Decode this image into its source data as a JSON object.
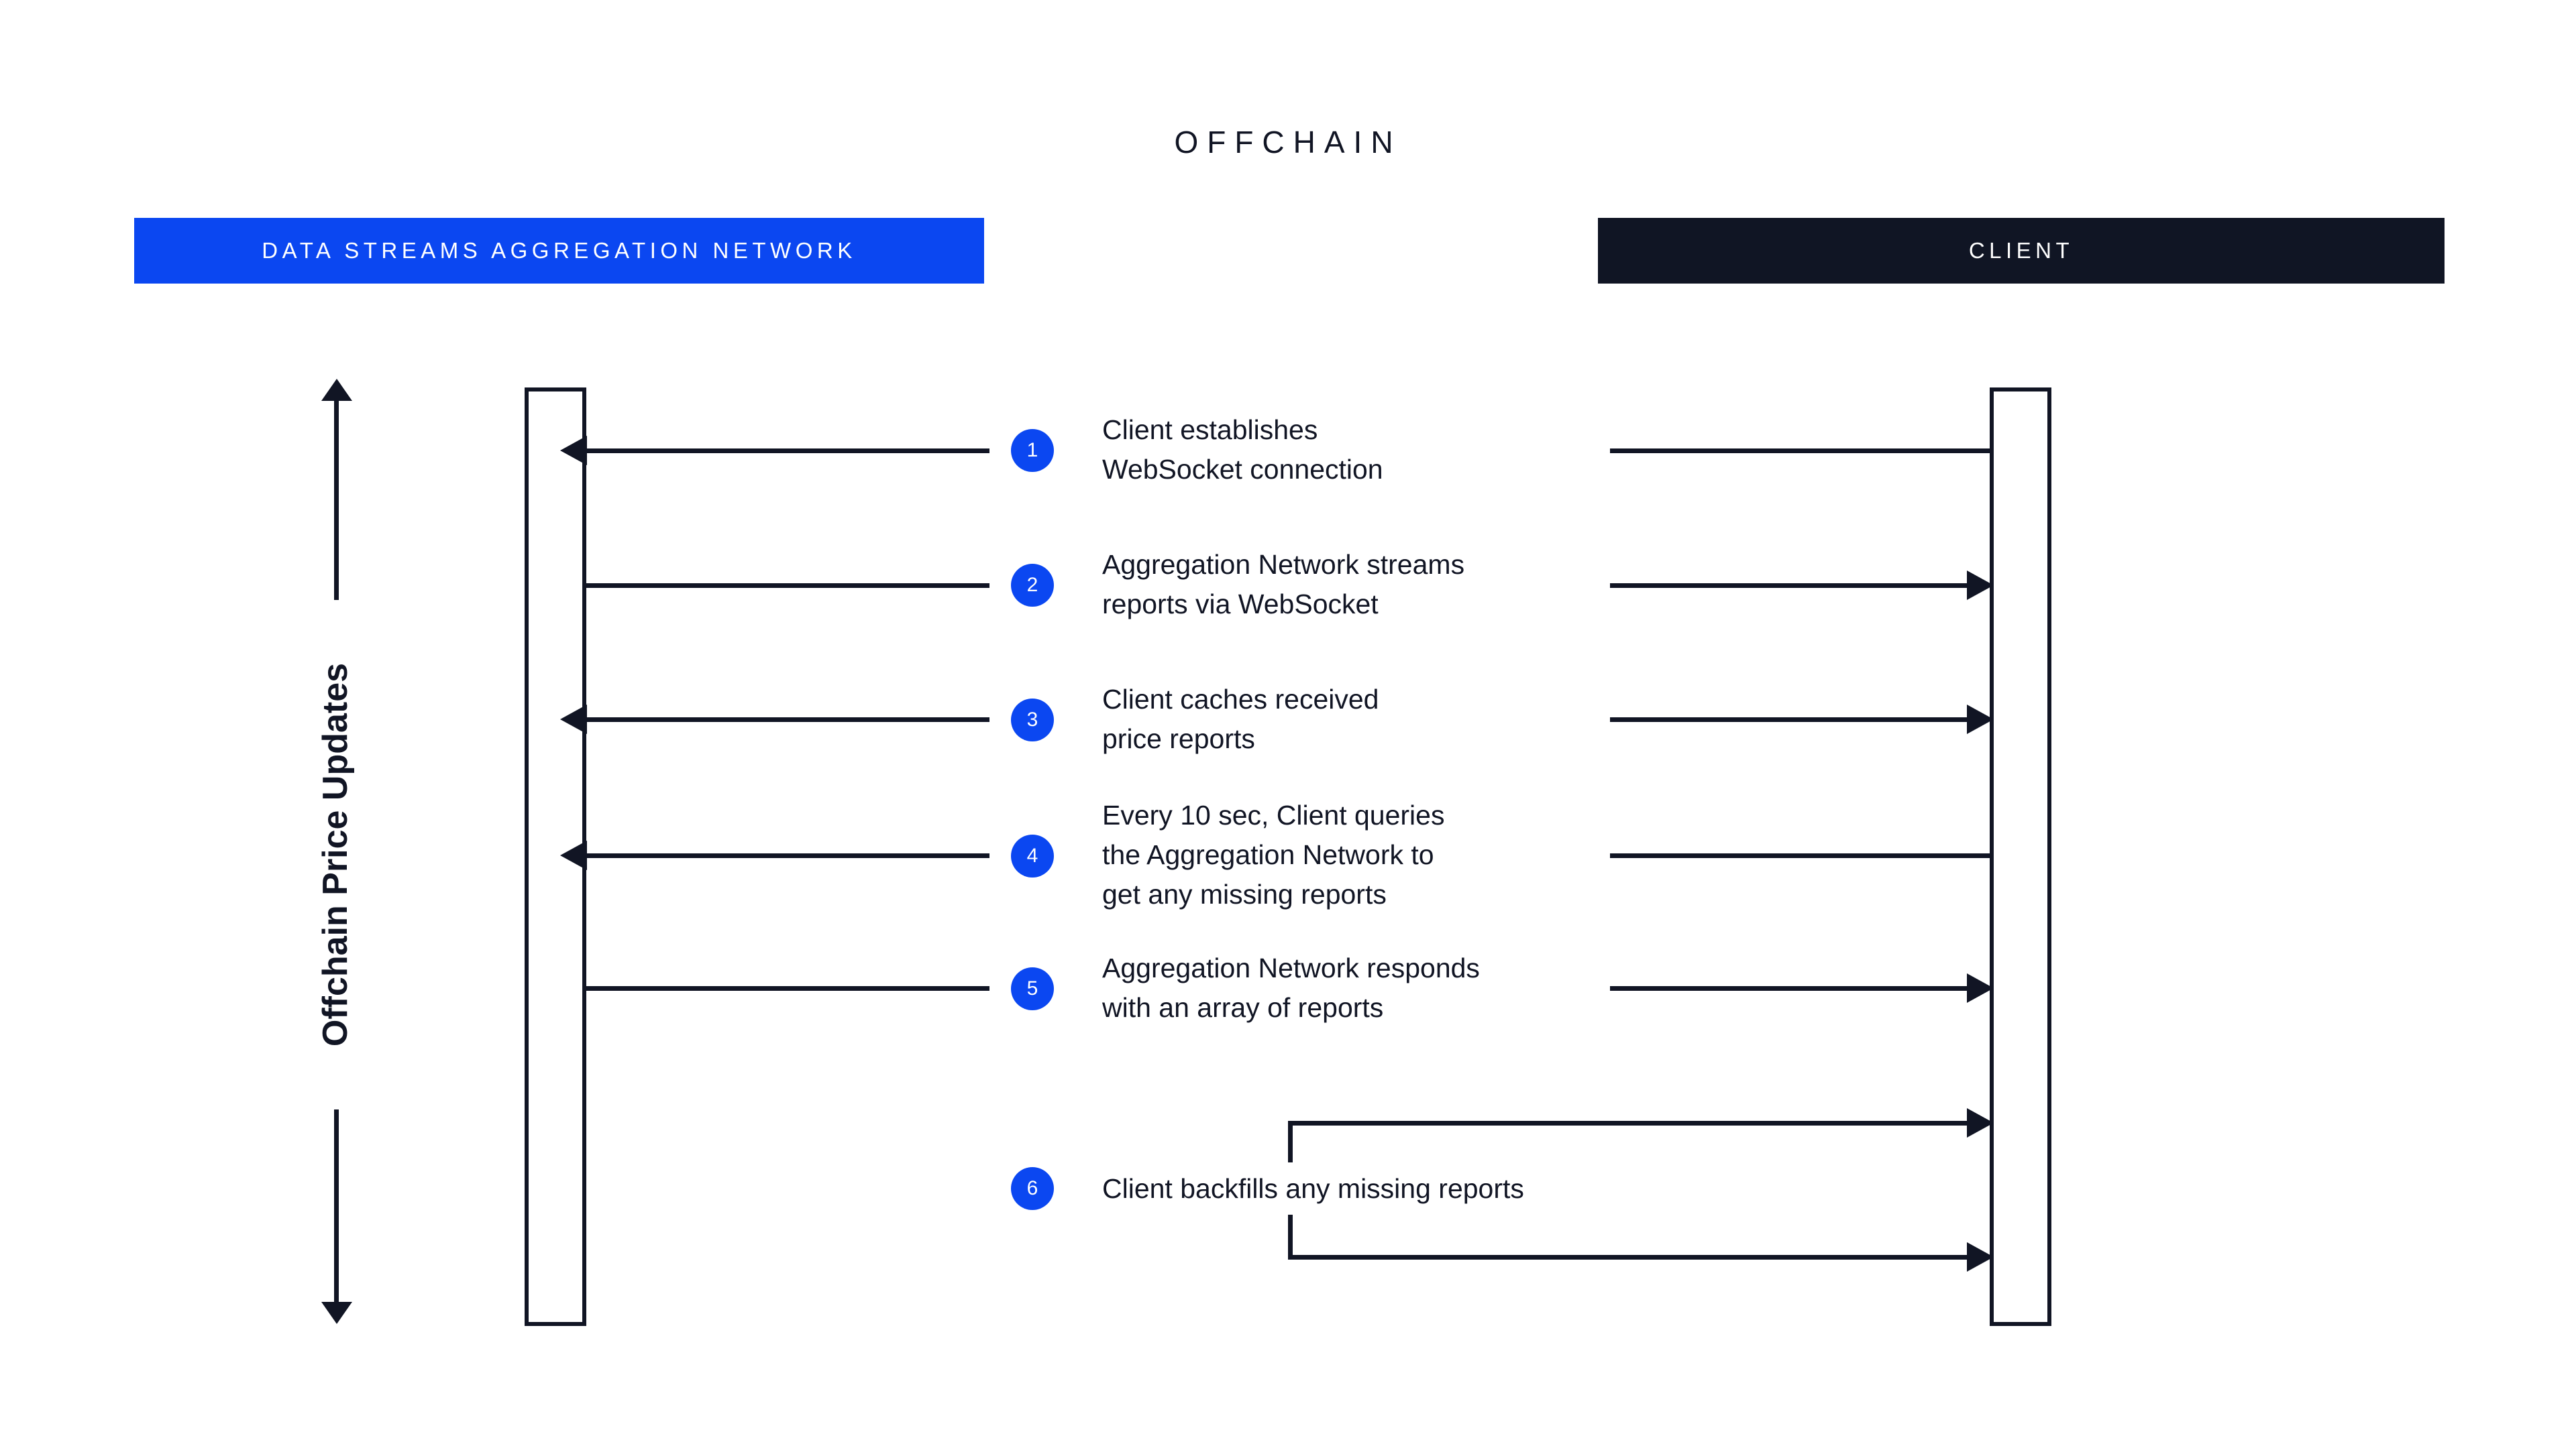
{
  "diagram": {
    "title": "OFFCHAIN",
    "axis_label": "Offchain Price Updates",
    "lanes": {
      "left": {
        "label": "DATA STREAMS AGGREGATION NETWORK",
        "color": "#0B47F1"
      },
      "right": {
        "label": "CLIENT",
        "color": "#101524"
      }
    },
    "accent_color": "#0B47F1",
    "ink_color": "#111524",
    "steps": [
      {
        "number": "1",
        "text": "Client establishes\nWebSocket connection"
      },
      {
        "number": "2",
        "text": "Aggregation Network streams\nreports via WebSocket"
      },
      {
        "number": "3",
        "text": "Client caches received\nprice reports"
      },
      {
        "number": "4",
        "text": "Every 10 sec, Client queries\nthe Aggregation Network to\nget any missing reports"
      },
      {
        "number": "5",
        "text": "Aggregation Network responds\nwith an array of reports"
      },
      {
        "number": "6",
        "text": "Client backfills any missing reports"
      }
    ]
  }
}
